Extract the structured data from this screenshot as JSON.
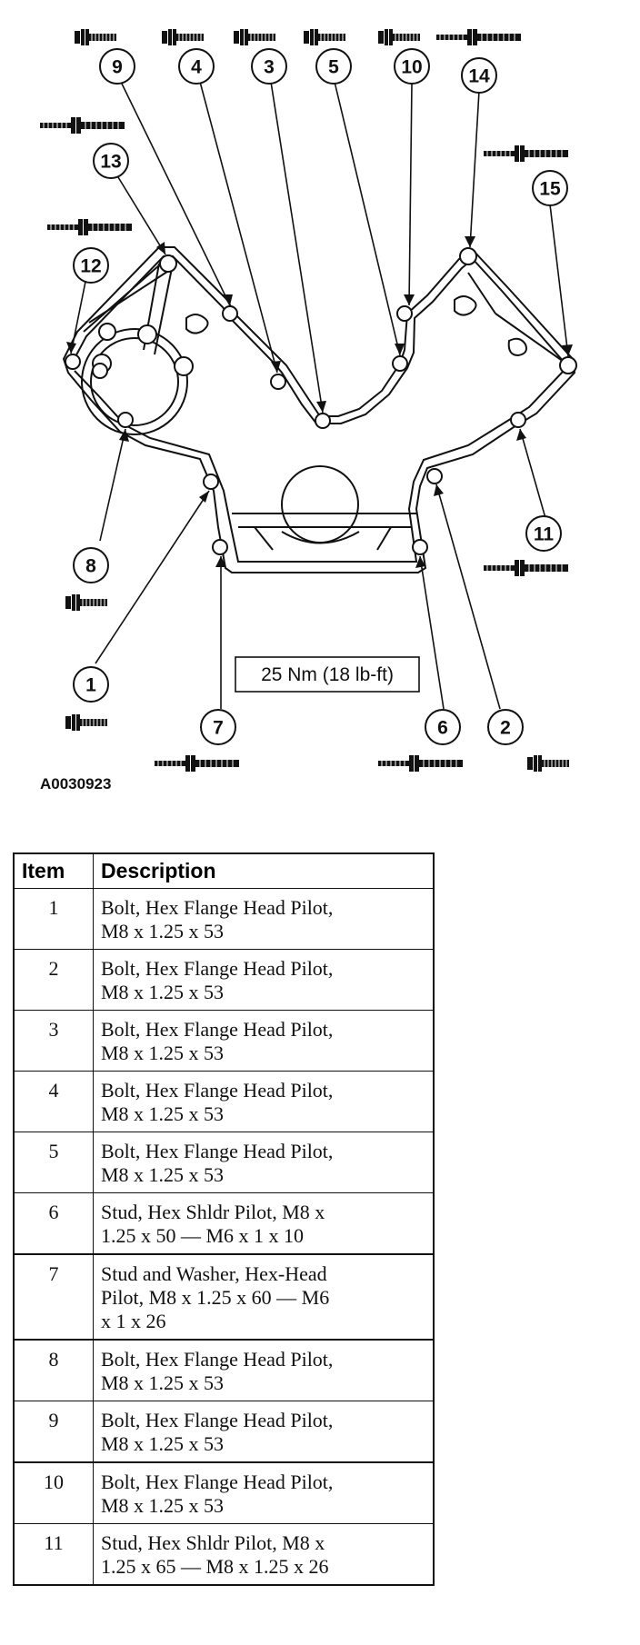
{
  "figure": {
    "id": "A0030923",
    "torque_spec": "25 Nm (18 lb-ft)",
    "callouts": [
      "1",
      "2",
      "3",
      "4",
      "5",
      "6",
      "7",
      "8",
      "9",
      "10",
      "11",
      "12",
      "13",
      "14",
      "15"
    ]
  },
  "table": {
    "headers": {
      "item": "Item",
      "description": "Description"
    },
    "rows": [
      {
        "item": "1",
        "line1": "Bolt, Hex Flange Head Pilot,",
        "line2": "M8 x 1.25 x 53",
        "line3": ""
      },
      {
        "item": "2",
        "line1": "Bolt, Hex Flange Head Pilot,",
        "line2": "M8 x 1.25 x 53",
        "line3": ""
      },
      {
        "item": "3",
        "line1": "Bolt, Hex Flange Head Pilot,",
        "line2": "M8 x 1.25 x 53",
        "line3": ""
      },
      {
        "item": "4",
        "line1": "Bolt, Hex Flange Head Pilot,",
        "line2": "M8 x 1.25 x 53",
        "line3": ""
      },
      {
        "item": "5",
        "line1": "Bolt, Hex Flange Head Pilot,",
        "line2": "M8 x 1.25 x 53",
        "line3": ""
      },
      {
        "item": "6",
        "line1": "Stud, Hex Shldr Pilot, M8 x",
        "line2": "1.25 x 50 — M6 x 1 x 10",
        "line3": ""
      },
      {
        "item": "7",
        "line1": "Stud and Washer, Hex-Head",
        "line2": "Pilot, M8 x 1.25 x 60 — M6",
        "line3": "x 1 x 26"
      },
      {
        "item": "8",
        "line1": "Bolt, Hex Flange Head Pilot,",
        "line2": "M8 x 1.25 x 53",
        "line3": ""
      },
      {
        "item": "9",
        "line1": "Bolt, Hex Flange Head Pilot,",
        "line2": "M8 x 1.25 x 53",
        "line3": ""
      },
      {
        "item": "10",
        "line1": "Bolt, Hex Flange Head Pilot,",
        "line2": "M8 x 1.25 x 53",
        "line3": ""
      },
      {
        "item": "11",
        "line1": "Stud, Hex Shldr Pilot, M8 x",
        "line2": "1.25 x 65 — M8 x 1.25 x 26",
        "line3": ""
      }
    ]
  }
}
